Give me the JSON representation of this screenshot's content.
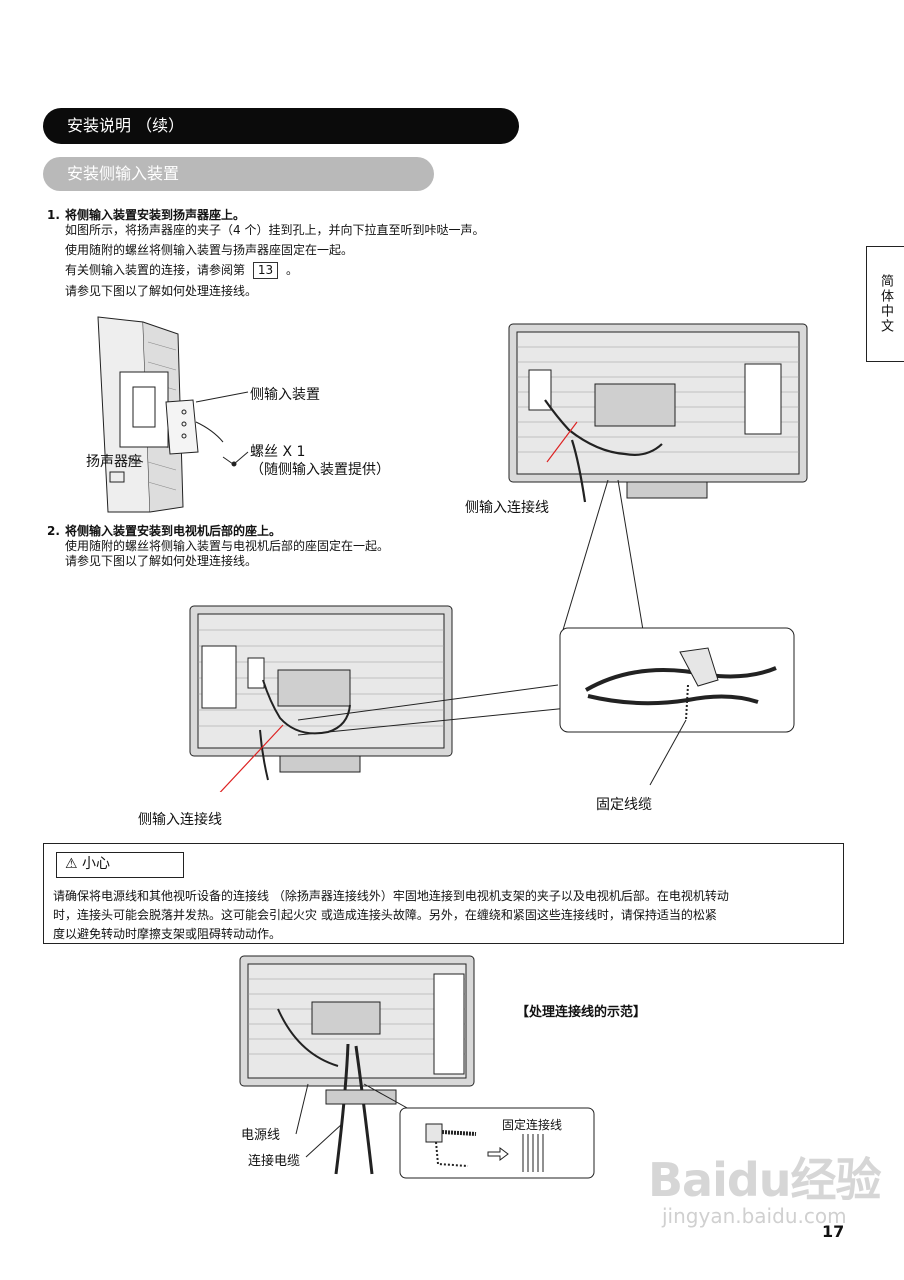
{
  "header": {
    "section_title": "安装说明 （续）",
    "subsection_title": "安装侧输入装置"
  },
  "side_tab": {
    "label": "简体中文"
  },
  "step1": {
    "number": "1.",
    "title": "将侧输入装置安装到扬声器座上。",
    "lines": [
      "如图所示，将扬声器座的夹子（4 个）挂到孔上，并向下拉直至听到咔哒一声。",
      "使用随附的螺丝将侧输入装置与扬声器座固定在一起。"
    ],
    "ref_prefix": "有关侧输入装置的连接，请参阅第",
    "ref_page": "13",
    "ref_suffix": "。",
    "last_line": "请参见下图以了解如何处理连接线。"
  },
  "figure1": {
    "label_side_input": "侧输入装置",
    "label_screw": "螺丝 X 1",
    "label_screw_note": "（随侧输入装置提供）",
    "label_speaker_stand": "扬声器座"
  },
  "figure2": {
    "label_cable": "侧输入连接线"
  },
  "step2": {
    "number": "2.",
    "title": "将侧输入装置安装到电视机后部的座上。",
    "lines": [
      "使用随附的螺丝将侧输入装置与电视机后部的座固定在一起。",
      "请参见下图以了解如何处理连接线。"
    ]
  },
  "figure3": {
    "label_cable": "侧输入连接线",
    "label_fix": "固定线缆"
  },
  "caution": {
    "title": "小心",
    "lines": [
      "请确保将电源线和其他视听设备的连接线 （除扬声器连接线外）牢固地连接到电视机支架的夹子以及电视机后部。在电视机转动",
      "时，连接头可能会脱落并发热。这可能会引起火灾 或造成连接头故障。另外，在缠绕和紧固这些连接线时，请保持适当的松紧",
      "度以避免转动时摩擦支架或阻碍转动动作。"
    ]
  },
  "figure4": {
    "heading": "【处理连接线的示范】",
    "label_power": "电源线",
    "label_cable": "连接电缆",
    "label_fixed": "固定连接线"
  },
  "watermark": {
    "brand": "Baidu经验",
    "url": "jingyan.baidu.com"
  },
  "page_number": "17",
  "icons": [
    "warning-triangle-icon",
    "arrow-right-icon",
    "book-reference-icon"
  ]
}
